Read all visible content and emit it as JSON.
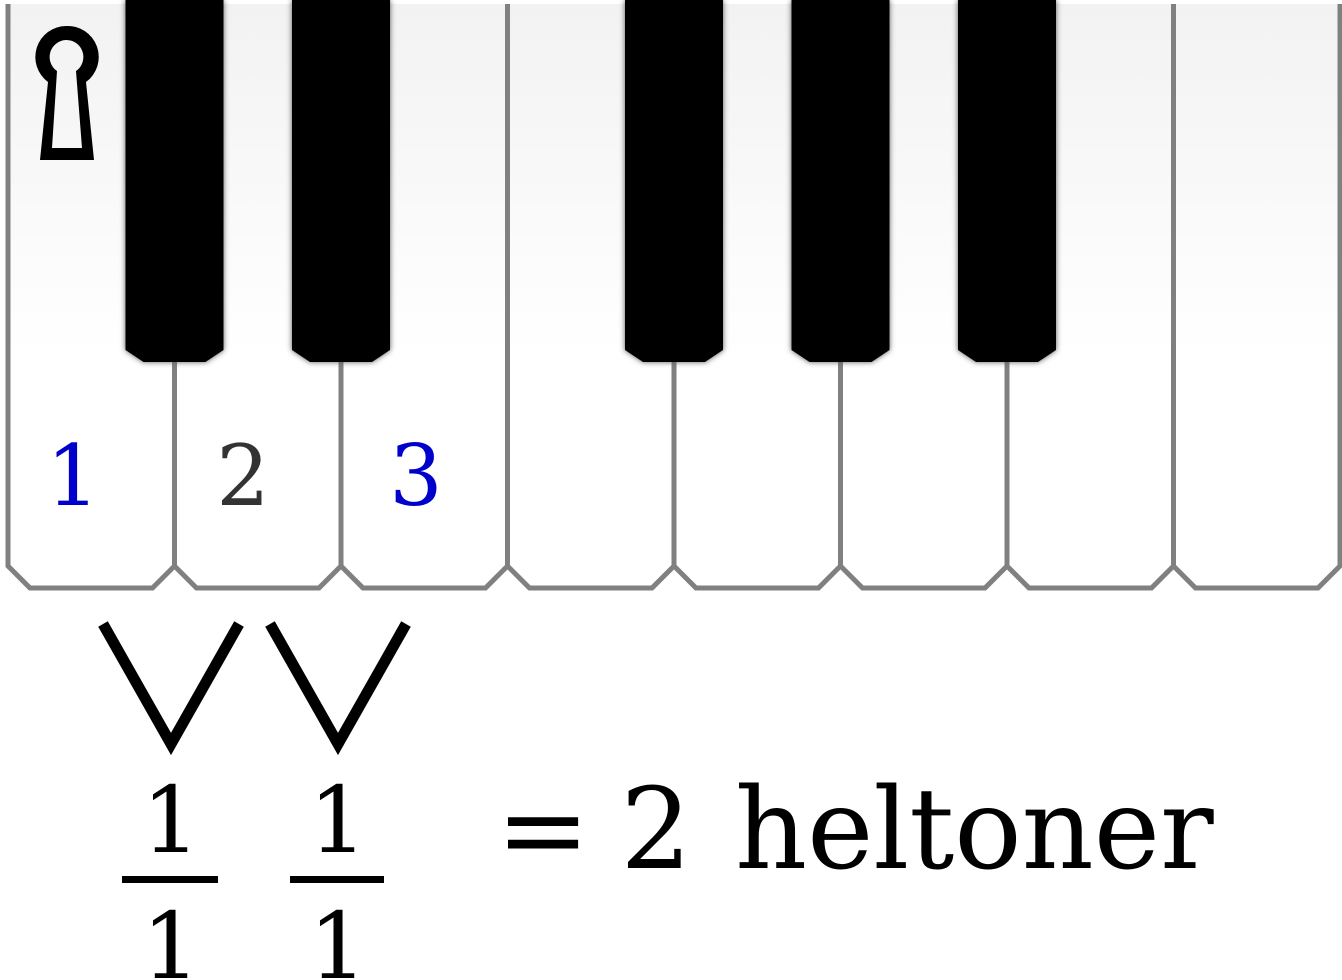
{
  "piano": {
    "white_key_count": 8,
    "black_keys_after_white": [
      1,
      2,
      4,
      5,
      6
    ],
    "numbered_keys": [
      {
        "key": 1,
        "label": "1",
        "color": "#0000cc"
      },
      {
        "key": 2,
        "label": "2",
        "color": "#333333"
      },
      {
        "key": 3,
        "label": "3",
        "color": "#0000cc"
      }
    ],
    "white_key_fill": "#ffffff",
    "white_key_top_tint": "#f2f2f2",
    "key_outline": "#808080",
    "black_key_fill": "#000000"
  },
  "lock_icon": "keyhole-lock-icon",
  "steps": [
    {
      "symbol": "∨",
      "numerator": "1",
      "denominator": "1"
    },
    {
      "symbol": "∨",
      "numerator": "1",
      "denominator": "1"
    }
  ],
  "result": {
    "equals": "=",
    "count": "2",
    "unit": "heltoner"
  }
}
